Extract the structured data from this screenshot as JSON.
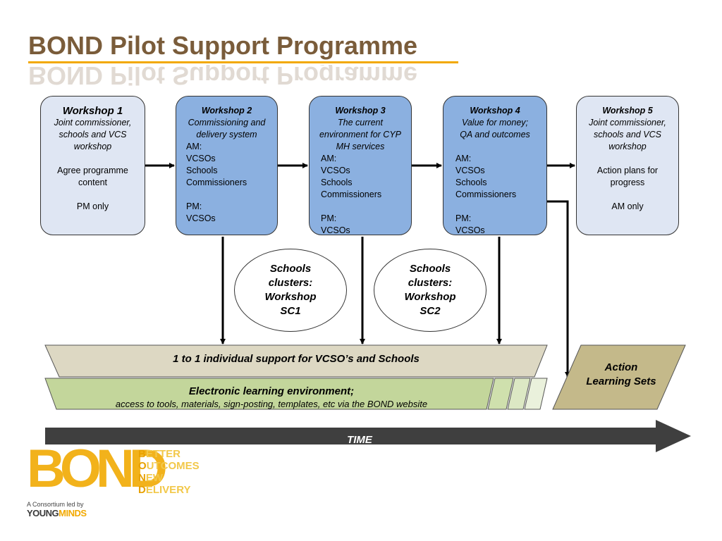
{
  "title": "BOND Pilot Support Programme",
  "workshops": [
    {
      "title": "Workshop 1",
      "desc": "Joint commissioner, schools and VCS workshop",
      "content": "Agree programme content\n\nPM only"
    },
    {
      "title": "Workshop 2",
      "desc": "Commissioning and delivery system",
      "content": "AM:\nVCSOs\nSchools\nCommissioners\n\nPM:\nVCSOs"
    },
    {
      "title": "Workshop 3",
      "desc": "The current environment for CYP MH services",
      "content": "AM:\nVCSOs\nSchools\nCommissioners\n\nPM:\nVCSOs"
    },
    {
      "title": "Workshop 4",
      "desc": "Value for money; QA and outcomes",
      "content": "AM:\nVCSOs\nSchools\nCommissioners\n\nPM:\nVCSOs"
    },
    {
      "title": "Workshop 5",
      "desc": "Joint commissioner, schools and VCS workshop",
      "content": "Action plans for progress\n\nAM only"
    }
  ],
  "clusters": [
    {
      "label": "Schools clusters: Workshop SC1"
    },
    {
      "label": "Schools clusters: Workshop SC2"
    }
  ],
  "individual_support": "1 to 1 individual support for VCSO’s and Schools",
  "elearning": {
    "heading": "Electronic learning environment;",
    "detail": "access to tools, materials, sign-posting, templates, etc via the BOND website"
  },
  "action_learning": "Action Learning Sets",
  "time_label": "TIME",
  "logo": {
    "word": "BOND",
    "tagline": [
      {
        "cap": "B",
        "rest": "ETTER"
      },
      {
        "cap": "O",
        "rest": "UTCOMES"
      },
      {
        "cap": "N",
        "rest": "EW"
      },
      {
        "cap": "D",
        "rest": "ELIVERY"
      }
    ],
    "consortium": "A Consortium led by",
    "partner_a": "YOUNG",
    "partner_b": "MINDS"
  },
  "colors": {
    "title": "#7a5c3a",
    "accent": "#f2a900",
    "workshop_light": "#dfe6f3",
    "workshop_blue": "#8bb0e0",
    "support_band": "#ddd8c3",
    "elearning_band": "#c3d69b",
    "action_sets": "#c4b98a",
    "time_arrow": "#3f3f3f"
  }
}
